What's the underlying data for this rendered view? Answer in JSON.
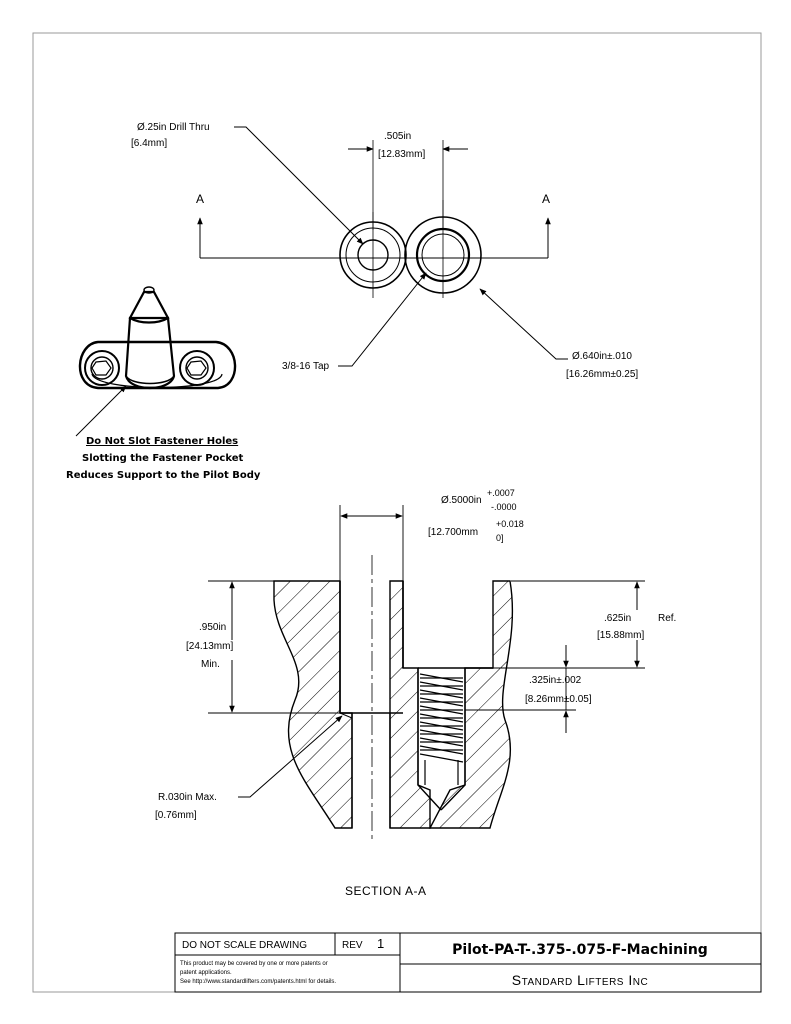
{
  "top_view": {
    "drill_dia": "Ø.25in Drill Thru",
    "drill_dia_mm": "[6.4mm]",
    "spacing_in": ".505in",
    "spacing_mm": "[12.83mm]",
    "section_mark_left": "A",
    "section_mark_right": "A",
    "tap_label": "3/8-16 Tap",
    "outer_dia": "Ø.640in±.010",
    "outer_dia_mm": "[16.26mm±0.25]"
  },
  "note": {
    "line1": "Do Not Slot Fastener Holes",
    "line2": "Slotting the Fastener Pocket",
    "line3": "Reduces Support to the Pilot Body"
  },
  "section": {
    "bore_dia": "Ø.5000in",
    "bore_tol_plus": "+.0007",
    "bore_tol_minus": "-.0000",
    "bore_dia_mm": "[12.700mm",
    "bore_tol_mm_plus": "+0.018",
    "bore_tol_mm_minus": "0]",
    "depth_in": ".950in",
    "depth_mm": "[24.13mm]",
    "depth_min": "Min.",
    "ref_in": ".625in",
    "ref_label": "Ref.",
    "ref_mm": "[15.88mm]",
    "thread_in": ".325in±.002",
    "thread_mm": "[8.26mm±0.05]",
    "radius_in": "R.030in   Max.",
    "radius_mm": "[0.76mm]",
    "title": "SECTION A-A"
  },
  "title_block": {
    "scale_note": "DO NOT SCALE DRAWING",
    "rev_label": "REV",
    "rev_value": "1",
    "patent_line1": "This product may be covered by one or more patents or",
    "patent_line2": "patent applications.",
    "patent_line3": "See http://www.standardlifters.com/patents.html for details.",
    "part_name": "Pilot-PA-T-.375-.075-F-Machining",
    "company": "Standard Lifters Inc"
  }
}
